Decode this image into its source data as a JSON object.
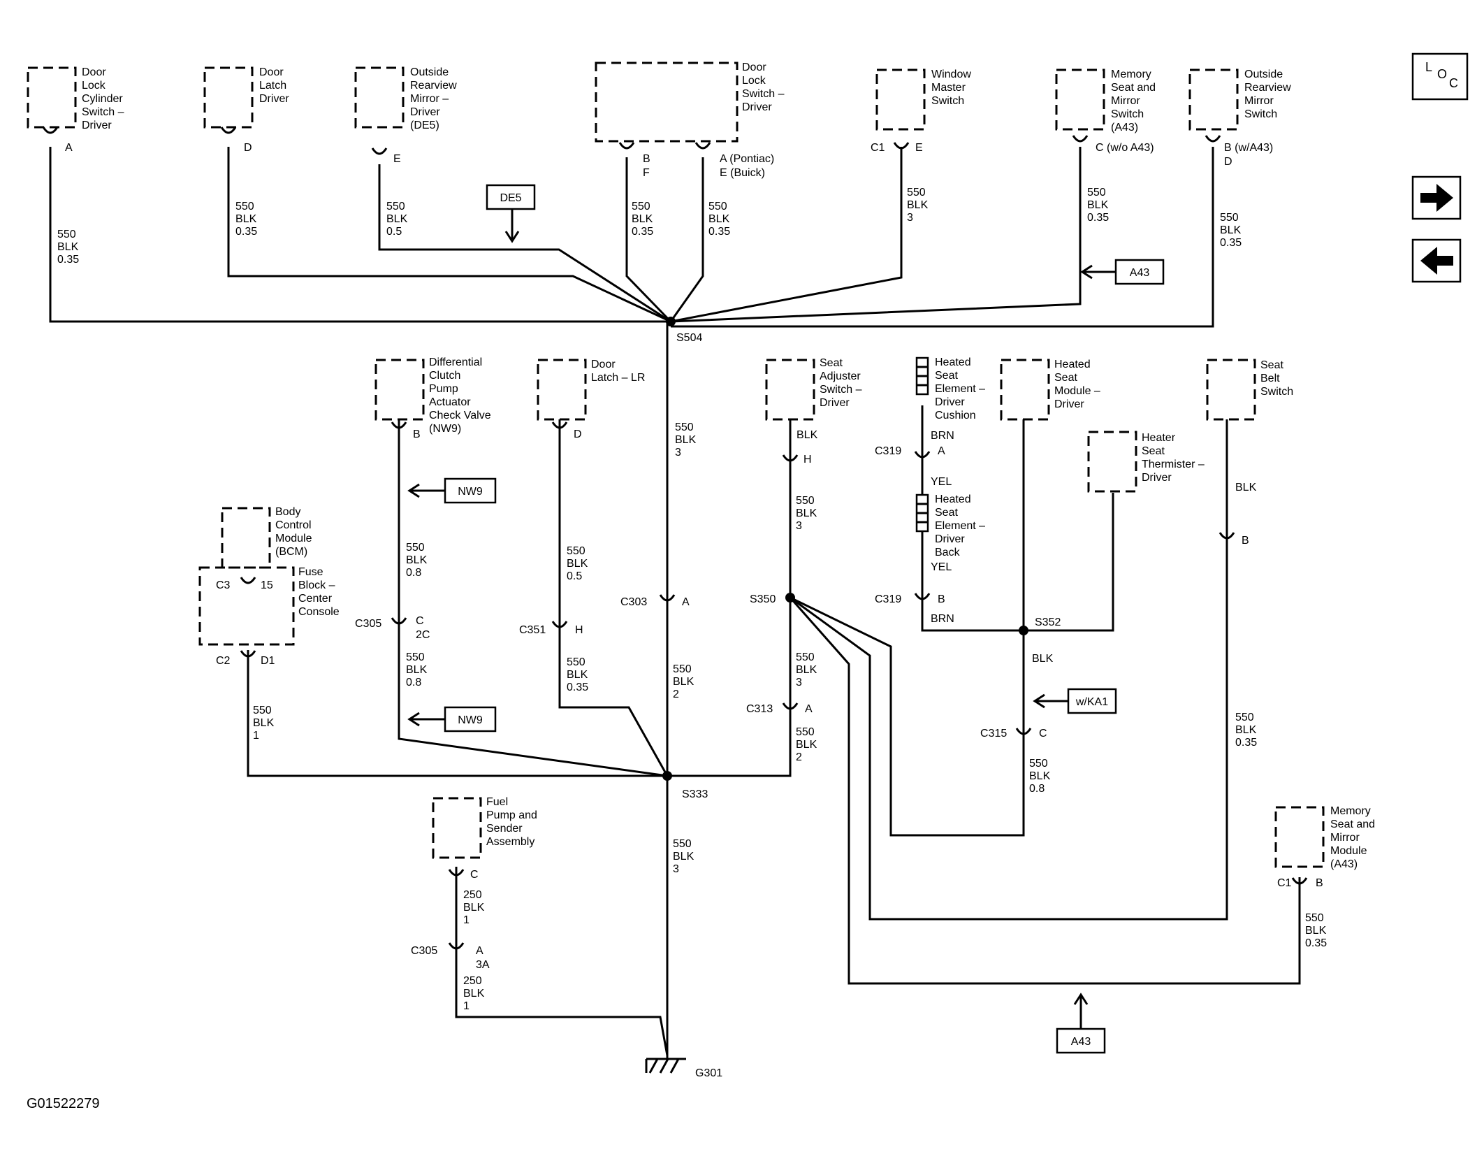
{
  "figure_id": "G01522279",
  "nav": {
    "loc_icon": "L O C",
    "forward_icon": "arrow-right-icon",
    "back_icon": "arrow-left-icon"
  },
  "components": {
    "door_lock_cyl": [
      "Door",
      "Lock",
      "Cylinder",
      "Switch –",
      "Driver"
    ],
    "door_latch_drv": [
      "Door",
      "Latch",
      "Driver"
    ],
    "mirror_drv": [
      "Outside",
      "Rearview",
      "Mirror –",
      "Driver",
      "(DE5)"
    ],
    "door_lock_sw": [
      "Door",
      "Lock",
      "Switch –",
      "Driver"
    ],
    "window_master": [
      "Window",
      "Master",
      "Switch"
    ],
    "mem_seat_sw": [
      "Memory",
      "Seat and",
      "Mirror",
      "Switch",
      "(A43)"
    ],
    "outside_mirror_sw": [
      "Outside",
      "Rearview",
      "Mirror",
      "Switch"
    ],
    "diff_clutch": [
      "Differential",
      "Clutch",
      "Pump",
      "Actuator",
      "Check Valve",
      "(NW9)"
    ],
    "door_latch_lr": [
      "Door",
      "Latch – LR"
    ],
    "seat_adj": [
      "Seat",
      "Adjuster",
      "Switch –",
      "Driver"
    ],
    "htd_cushion": [
      "Heated",
      "Seat",
      "Element –",
      "Driver",
      "Cushion"
    ],
    "htd_module": [
      "Heated",
      "Seat",
      "Module –",
      "Driver"
    ],
    "seat_belt": [
      "Seat",
      "Belt",
      "Switch"
    ],
    "heater_therm": [
      "Heater",
      "Seat",
      "Thermister –",
      "Driver"
    ],
    "htd_back": [
      "Heated",
      "Seat",
      "Element –",
      "Driver",
      "Back"
    ],
    "bcm": [
      "Body",
      "Control",
      "Module",
      "(BCM)"
    ],
    "fuse_block": [
      "Fuse",
      "Block –",
      "Center",
      "Console"
    ],
    "fuel_pump": [
      "Fuel",
      "Pump and",
      "Sender",
      "Assembly"
    ],
    "mem_module": [
      "Memory",
      "Seat and",
      "Mirror",
      "Module",
      "(A43)"
    ]
  },
  "pins": {
    "a1": "A",
    "d1": "D",
    "e1": "E",
    "b_f": [
      "B",
      "F"
    ],
    "a_pontiac": [
      "A (Pontiac)",
      "E (Buick)"
    ],
    "c1": "C1",
    "e2": "E",
    "c_wo": "C (w/o A43)",
    "b_w": [
      "B (w/A43)",
      "D"
    ],
    "b_nw9": "B",
    "d_lr": "D",
    "blk_seat": "BLK",
    "h_seat": "H",
    "brn1": "BRN",
    "c319a": "C319",
    "a_c319": "A",
    "yel1": "YEL",
    "yel2": "YEL",
    "c319b": "C319",
    "b_c319": "B",
    "brn2": "BRN",
    "blk_belt": "BLK",
    "b_belt": "B",
    "c3": "C3",
    "p15": "15",
    "c2": "C2",
    "d1b": "D1",
    "c305a": "C305",
    "c_2c": [
      "C",
      "2C"
    ],
    "c351": "C351",
    "h351": "H",
    "c303": "C303",
    "a303": "A",
    "s350": "S350",
    "c313": "C313",
    "a313": "A",
    "s352": "S352",
    "blk_352": "BLK",
    "c315": "C315",
    "c315c": "C",
    "s504": "S504",
    "s333": "S333",
    "c_fuel": "C",
    "c305b": "C305",
    "a_3a": [
      "A",
      "3A"
    ],
    "g301": "G301",
    "c1_mem": "C1",
    "b_mem": "B"
  },
  "wire_labels": {
    "w1": [
      "550",
      "BLK",
      "0.35"
    ],
    "w2": [
      "550",
      "BLK",
      "0.35"
    ],
    "w3": [
      "550",
      "BLK",
      "0.5"
    ],
    "w4": [
      "550",
      "BLK",
      "0.35"
    ],
    "w5": [
      "550",
      "BLK",
      "0.35"
    ],
    "w6": [
      "550",
      "BLK",
      "3"
    ],
    "w7": [
      "550",
      "BLK",
      "0.35"
    ],
    "w8": [
      "550",
      "BLK",
      "0.35"
    ],
    "w9": [
      "550",
      "BLK",
      "3"
    ],
    "w10": [
      "550",
      "BLK",
      "0.8"
    ],
    "w11": [
      "550",
      "BLK",
      "0.8"
    ],
    "w12": [
      "550",
      "BLK",
      "0.5"
    ],
    "w13": [
      "550",
      "BLK",
      "0.35"
    ],
    "w14": [
      "550",
      "BLK",
      "2"
    ],
    "w15": [
      "550",
      "BLK",
      "3"
    ],
    "w16": [
      "550",
      "BLK",
      "3"
    ],
    "w17": [
      "550",
      "BLK",
      "2"
    ],
    "w18": [
      "550",
      "BLK",
      "0.8"
    ],
    "w19": [
      "550",
      "BLK",
      "1"
    ],
    "w20": [
      "550",
      "BLK",
      "3"
    ],
    "w21": [
      "250",
      "BLK",
      "1"
    ],
    "w22": [
      "250",
      "BLK",
      "1"
    ],
    "w23": [
      "550",
      "BLK",
      "0.35"
    ],
    "w24": [
      "550",
      "BLK",
      "0.35"
    ]
  },
  "option_tags": {
    "de5": "DE5",
    "a43_top": "A43",
    "nw9_top": "NW9",
    "nw9_bot": "NW9",
    "wka1": "w/KA1",
    "a43_bot": "A43"
  }
}
